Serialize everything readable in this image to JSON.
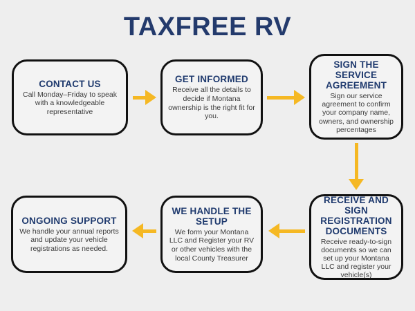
{
  "title": "TAXFREE RV",
  "colors": {
    "background": "#eeeeee",
    "title_navy": "#233a6c",
    "heading_navy": "#1f3a6e",
    "body_gray": "#3b3b3b",
    "arrow_gold": "#f5b823",
    "box_border": "#111111",
    "box_fill": "#f3f3f3"
  },
  "steps": [
    {
      "id": "contact-us",
      "heading": "CONTACT US",
      "body": "Call Monday–Friday to speak with a knowledgeable representative"
    },
    {
      "id": "get-informed",
      "heading": "GET INFORMED",
      "body": "Receive all the details to decide if Montana ownership is the right fit for you."
    },
    {
      "id": "sign-agreement",
      "heading": "SIGN THE SERVICE AGREEMENT",
      "body": "Sign our service agreement to confirm your company name, owners, and ownership percentages"
    },
    {
      "id": "receive-documents",
      "heading": "RECEIVE AND SIGN REGISTRATION DOCUMENTS",
      "body": "Receive ready-to-sign documents so we can set up your Montana LLC and register your vehicle(s)"
    },
    {
      "id": "handle-setup",
      "heading": "WE HANDLE THE SETUP",
      "body": "We form your Montana LLC and Register your RV or other vehicles with the local County Treasurer"
    },
    {
      "id": "ongoing-support",
      "heading": "ONGOING SUPPORT",
      "body": "We handle your annual reports and update your vehicle registrations as needed."
    }
  ],
  "arrows": [
    {
      "id": "arrow-1-to-2",
      "direction": "right"
    },
    {
      "id": "arrow-2-to-3",
      "direction": "right"
    },
    {
      "id": "arrow-3-to-4",
      "direction": "down"
    },
    {
      "id": "arrow-4-to-5",
      "direction": "left"
    },
    {
      "id": "arrow-5-to-6",
      "direction": "left"
    }
  ]
}
